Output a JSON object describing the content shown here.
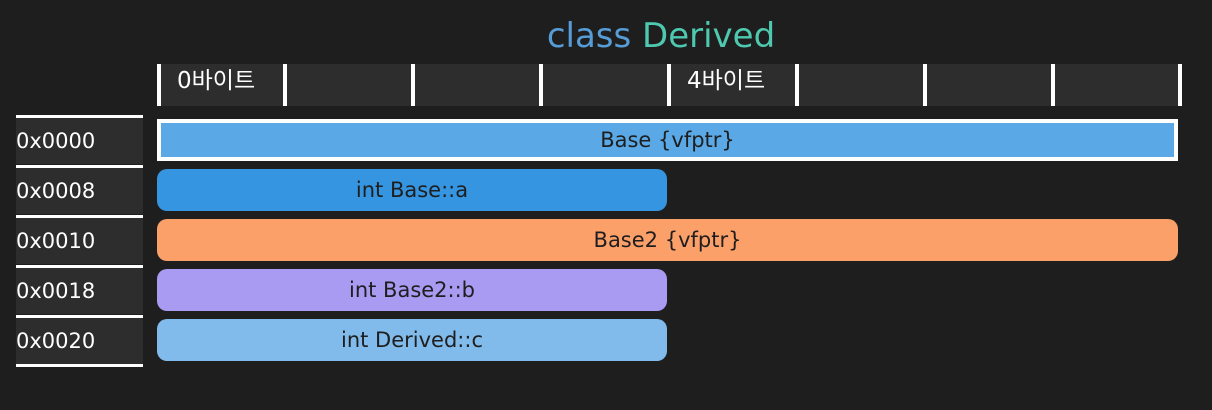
{
  "title": {
    "keyword": "class",
    "name": "Derived"
  },
  "ruler": {
    "labels": [
      "0바이트",
      "4바이트"
    ]
  },
  "addresses": [
    "0x0000",
    "0x0008",
    "0x0010",
    "0x0018",
    "0x0020"
  ],
  "fields": [
    {
      "label": "Base {vfptr}",
      "color": "#5aa9e6"
    },
    {
      "label": "int Base::a",
      "color": "#3595e0"
    },
    {
      "label": "Base2 {vfptr}",
      "color": "#fca06a"
    },
    {
      "label": "int Base2::b",
      "color": "#a99af2"
    },
    {
      "label": "int Derived::c",
      "color": "#81bbeb"
    }
  ],
  "colors": {
    "background": "#1e1e1e",
    "panel": "#2d2d2d",
    "keyword": "#569cd6",
    "type_name": "#4ec9b0"
  }
}
